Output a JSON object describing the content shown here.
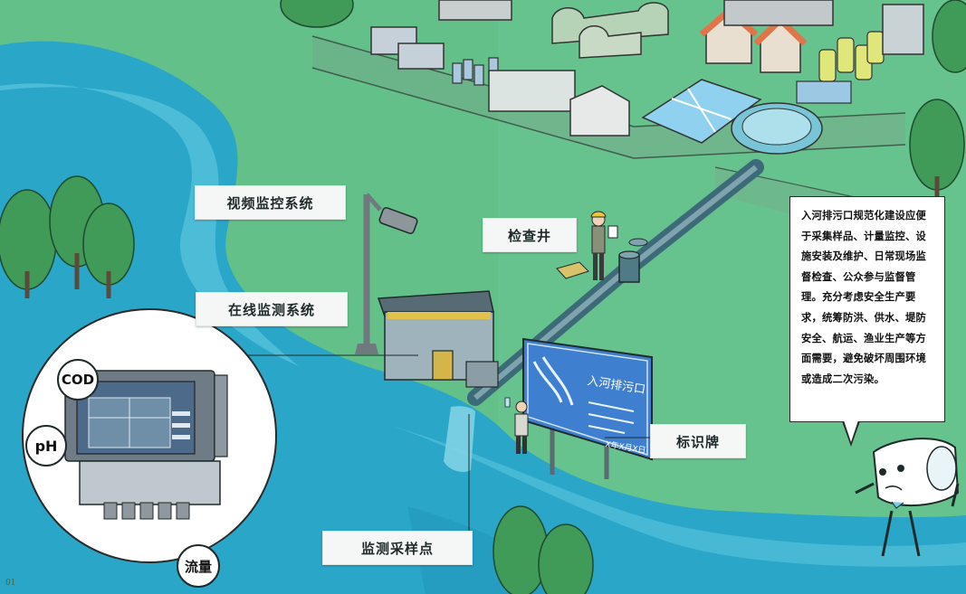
{
  "labels": {
    "video": "视频监控系统",
    "inspection_well": "检查井",
    "online_monitoring": "在线监测系统",
    "sign_board": "标识牌",
    "sampling_point": "监测采样点"
  },
  "instrument": {
    "cod": "COD",
    "ph": "pH",
    "flow": "流量"
  },
  "sign": {
    "title": "入河排污口",
    "footer": "X年X月X日"
  },
  "note": {
    "text": "入河排污口规范化建设应便于采集样品、计量监控、设施安装及维护、日常现场监督检查、公众参与监督管理。充分考虑安全生产要求，统筹防洪、供水、堤防安全、航运、渔业生产等方面需要，避免破坏周围环境或造成二次污染。"
  },
  "page_number": "01",
  "colors": {
    "grass": "#5fbf86",
    "river": "#2aa6c9",
    "river_light": "#5cc6dc",
    "label_bg": "#f4f7f5",
    "sign_blue": "#3f7fd0"
  }
}
